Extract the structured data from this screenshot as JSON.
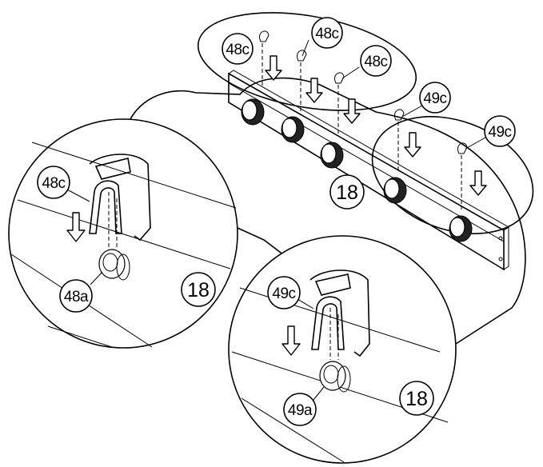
{
  "diagram": {
    "labels": {
      "top_48c_left": "48c",
      "top_48c_mid": "48c",
      "top_48c_right": "48c",
      "top_49c_left": "49c",
      "top_49c_right": "49c",
      "center_18": "18",
      "detail_left_48c": "48c",
      "detail_left_48a": "48a",
      "detail_left_18": "18",
      "detail_right_49c": "49c",
      "detail_right_49a": "49a",
      "detail_right_18": "18"
    }
  }
}
